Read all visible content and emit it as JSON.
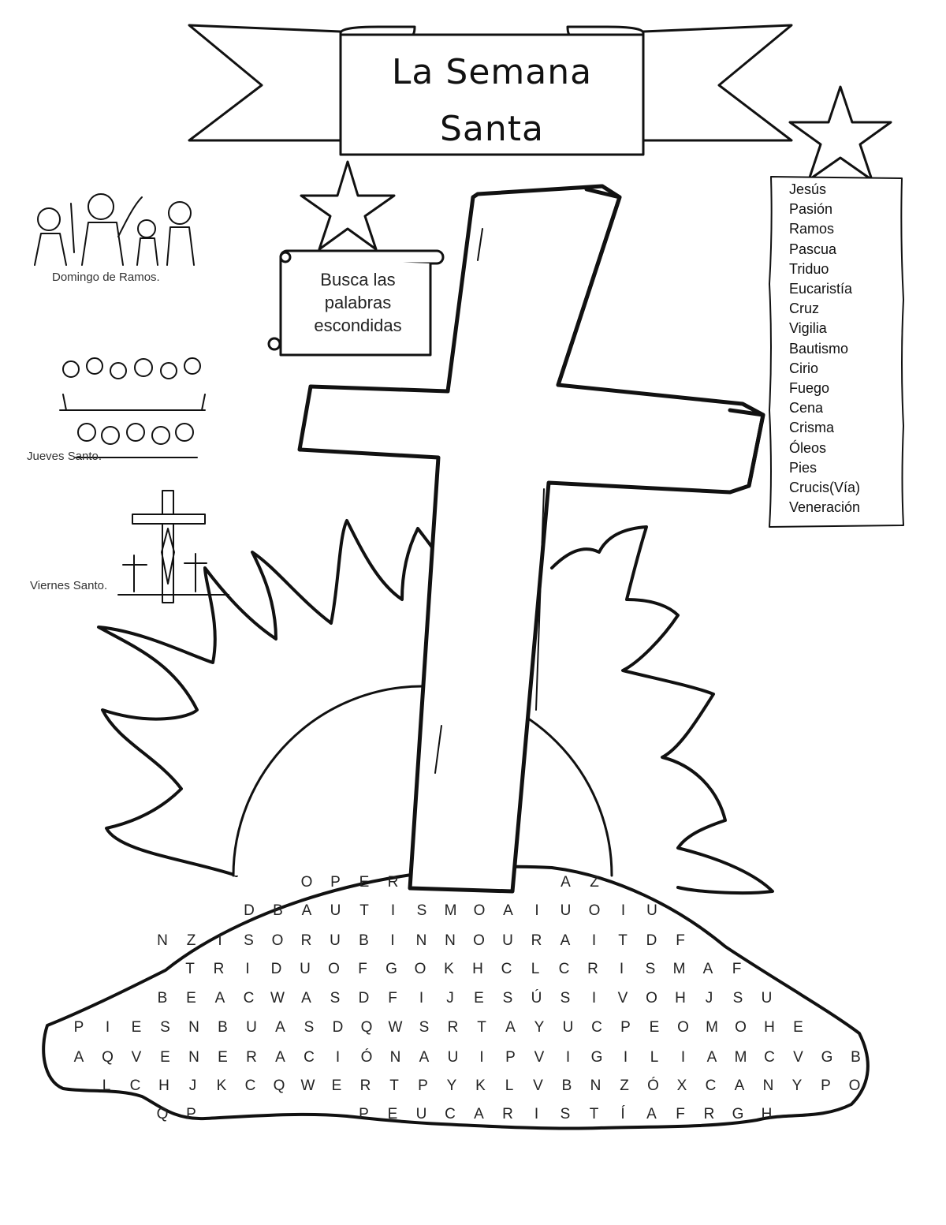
{
  "title": {
    "line1": "La Semana",
    "line2": "Santa"
  },
  "instruction": {
    "line1": "Busca las",
    "line2": "palabras",
    "line3": "escondidas"
  },
  "illustrations": [
    {
      "caption": "Domingo de Ramos."
    },
    {
      "caption": "Jueves Santo."
    },
    {
      "caption": "Viernes Santo."
    }
  ],
  "word_list": [
    "Jesús",
    "Pasión",
    "Ramos",
    "Pascua",
    "Triduo",
    "Eucaristía",
    "Cruz",
    "Vigilia",
    "Bautismo",
    "Cirio",
    "Fuego",
    "Cena",
    "Crisma",
    "Óleos",
    "Pies",
    "Crucis(Vía)",
    "Veneración"
  ],
  "grid": {
    "rows": [
      {
        "letters": [
          "O",
          "P",
          "E",
          "R",
          "",
          "",
          "",
          "",
          "",
          "A",
          "Z"
        ]
      },
      {
        "letters": [
          "D",
          "B",
          "A",
          "U",
          "T",
          "I",
          "S",
          "M",
          "O",
          "A",
          "I",
          "U",
          "O",
          "I",
          "U"
        ]
      },
      {
        "letters": [
          "N",
          "Z",
          "I",
          "S",
          "O",
          "R",
          "U",
          "B",
          "I",
          "N",
          "N",
          "O",
          "U",
          "R",
          "A",
          "I",
          "T",
          "D",
          "F"
        ]
      },
      {
        "letters": [
          "T",
          "R",
          "I",
          "D",
          "U",
          "O",
          "F",
          "G",
          "O",
          "K",
          "H",
          "C",
          "L",
          "C",
          "R",
          "I",
          "S",
          "M",
          "A",
          "F"
        ]
      },
      {
        "letters": [
          "B",
          "E",
          "A",
          "C",
          "W",
          "A",
          "S",
          "D",
          "F",
          "I",
          "J",
          "E",
          "S",
          "Ú",
          "S",
          "I",
          "V",
          "O",
          "H",
          "J",
          "S",
          "U"
        ]
      },
      {
        "letters": [
          "P",
          "I",
          "E",
          "S",
          "N",
          "B",
          "U",
          "A",
          "S",
          "D",
          "Q",
          "W",
          "S",
          "R",
          "T",
          "A",
          "Y",
          "U",
          "C",
          "P",
          "E",
          "O",
          "M",
          "O",
          "H",
          "E"
        ]
      },
      {
        "letters": [
          "A",
          "Q",
          "V",
          "E",
          "N",
          "E",
          "R",
          "A",
          "C",
          "I",
          "Ó",
          "N",
          "A",
          "U",
          "I",
          "P",
          "V",
          "I",
          "G",
          "I",
          "L",
          "I",
          "A",
          "M",
          "C",
          "V",
          "G",
          "B"
        ]
      },
      {
        "letters": [
          "L",
          "C",
          "H",
          "J",
          "K",
          "C",
          "Q",
          "W",
          "E",
          "R",
          "T",
          "P",
          "Y",
          "K",
          "L",
          "V",
          "B",
          "N",
          "Z",
          "Ó",
          "X",
          "C",
          "A",
          "N",
          "Y",
          "P",
          "O"
        ]
      },
      {
        "letters": [
          "Q",
          "P",
          "",
          "",
          "",
          "",
          "",
          "P",
          "E",
          "U",
          "C",
          "A",
          "R",
          "I",
          "S",
          "T",
          "Í",
          "A",
          "F",
          "R",
          "G",
          "H"
        ]
      }
    ]
  }
}
